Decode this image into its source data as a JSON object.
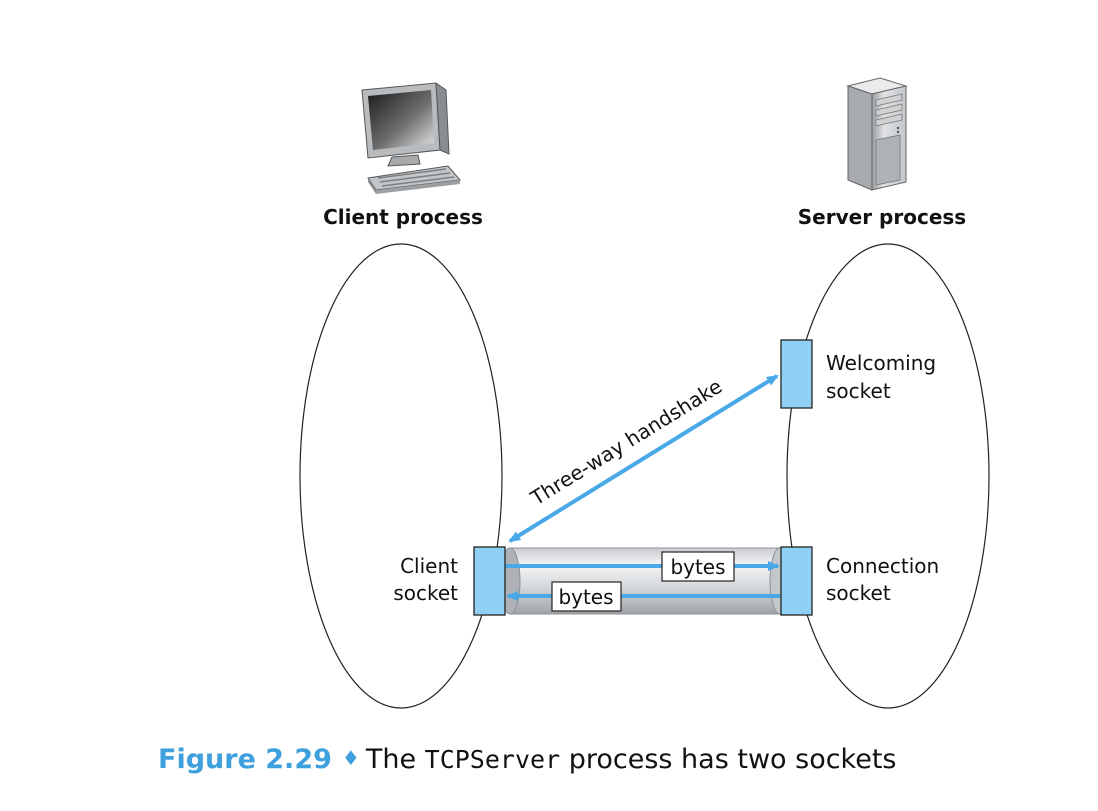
{
  "client": {
    "process_label": "Client process",
    "socket_label_line1": "Client",
    "socket_label_line2": "socket",
    "icon": "desktop-computer-icon"
  },
  "server": {
    "process_label": "Server process",
    "welcoming_line1": "Welcoming",
    "welcoming_line2": "socket",
    "connection_line1": "Connection",
    "connection_line2": "socket",
    "icon": "tower-server-icon"
  },
  "handshake_label": "Three-way handshake",
  "bytes_to_server": "bytes",
  "bytes_to_client": "bytes",
  "caption": {
    "figure": "Figure 2.29",
    "pre": "The ",
    "code": "TCPServer",
    "post": " process has two sockets"
  },
  "colors": {
    "arrow": "#49a9e8",
    "socket_fill": "#8fd0f4",
    "caption_accent": "#3ea0dc"
  }
}
